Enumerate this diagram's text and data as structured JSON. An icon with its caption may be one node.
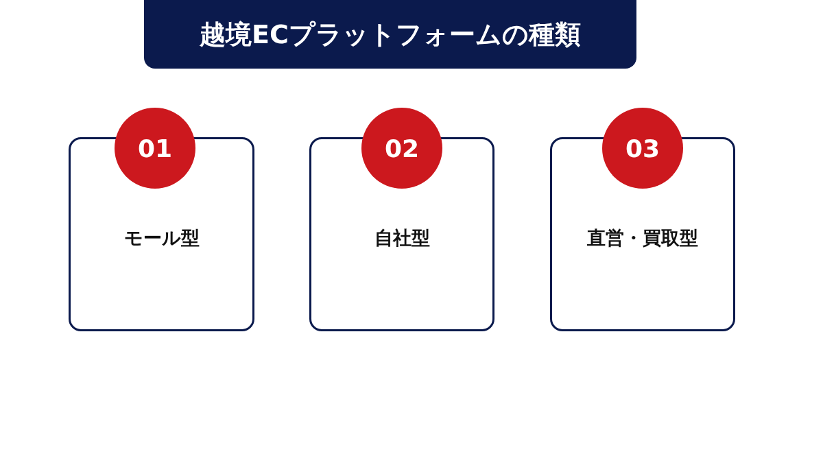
{
  "diagram": {
    "title": "越境ECプラットフォームの種類",
    "nodes": [
      {
        "text": [
          "01"
        ]
      },
      {
        "text": [
          "モール型"
        ]
      },
      {
        "text": [
          "02"
        ]
      },
      {
        "text": [
          "自社型"
        ]
      },
      {
        "text": [
          "03"
        ]
      },
      {
        "text": [
          "直営・買取型"
        ]
      }
    ],
    "edges": []
  }
}
